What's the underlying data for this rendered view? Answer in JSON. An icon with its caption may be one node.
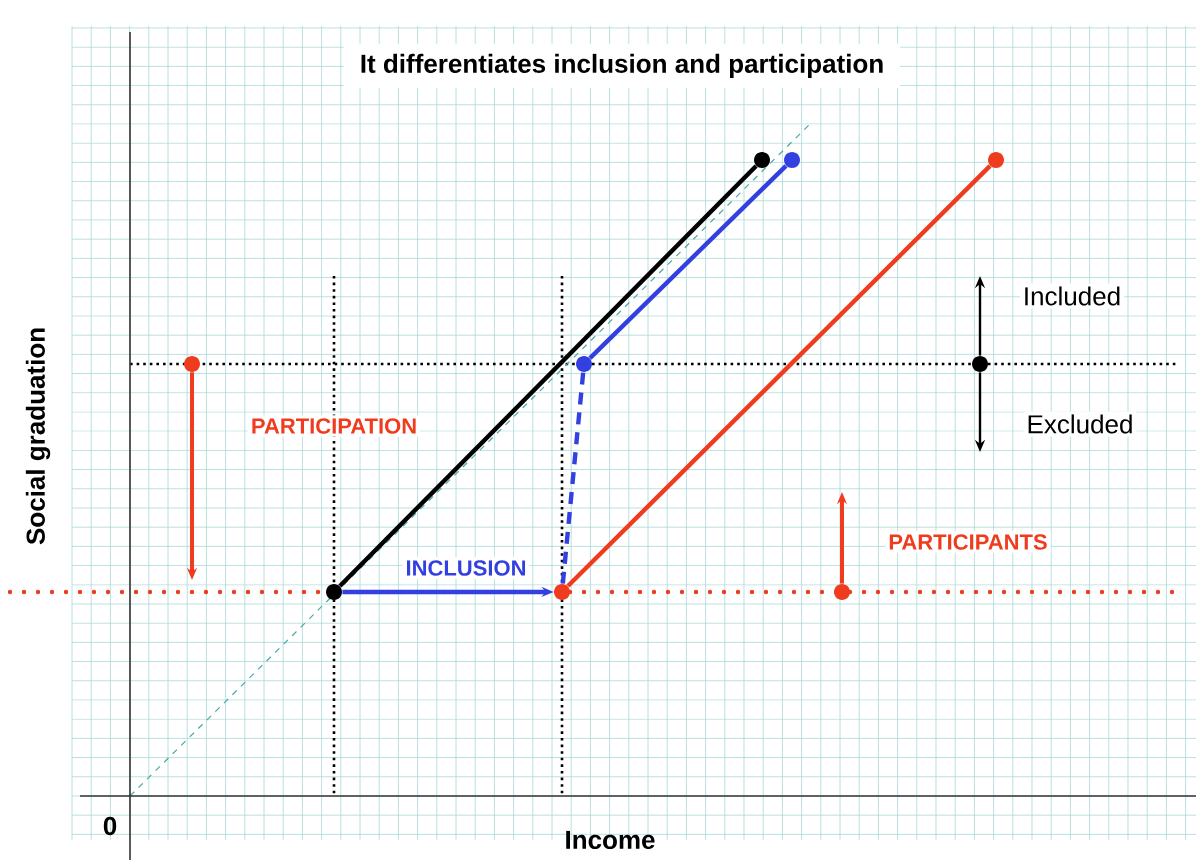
{
  "diagram": {
    "title": "It differentiates inclusion and participation",
    "nodes": [
      {
        "text": [],
        "shape": "circle"
      },
      {
        "text": [],
        "shape": "circle"
      },
      {
        "text": [],
        "shape": "circle"
      },
      {
        "text": [],
        "shape": "circle"
      },
      {
        "text": [],
        "shape": "circle"
      },
      {
        "text": [],
        "shape": "circle"
      },
      {
        "text": [],
        "shape": "circle"
      },
      {
        "text": [],
        "shape": "circle"
      },
      {
        "text": [],
        "shape": "circle"
      }
    ],
    "edges": [
      {
        "from": 0,
        "to": 1,
        "arrow": "none"
      },
      {
        "from": 3,
        "to": 2,
        "arrow": "none",
        "color": "#3340e0"
      },
      {
        "from": 4,
        "to": 3,
        "arrow": "none",
        "style": "dashed",
        "color": "#3340e0"
      },
      {
        "from": 4,
        "to": 5,
        "arrow": "none",
        "color": "#f03c1e"
      },
      {
        "from": 0,
        "to": 4,
        "arrow": "to",
        "label": "INCLUSION",
        "color": "#3340e0"
      },
      {
        "from": 6,
        "to": null,
        "arrow": "to",
        "label": "PARTICIPATION",
        "color": "#f03c1e"
      },
      {
        "from": 7,
        "to": null,
        "arrow": "to",
        "label": "PARTICIPANTS",
        "color": "#f03c1e"
      },
      {
        "from": 8,
        "to": null,
        "arrow": "to",
        "label": "Included"
      },
      {
        "from": 8,
        "to": null,
        "arrow": "to",
        "label": "Excluded"
      }
    ],
    "labels": [
      "Social graduation",
      "0",
      "Income"
    ]
  }
}
